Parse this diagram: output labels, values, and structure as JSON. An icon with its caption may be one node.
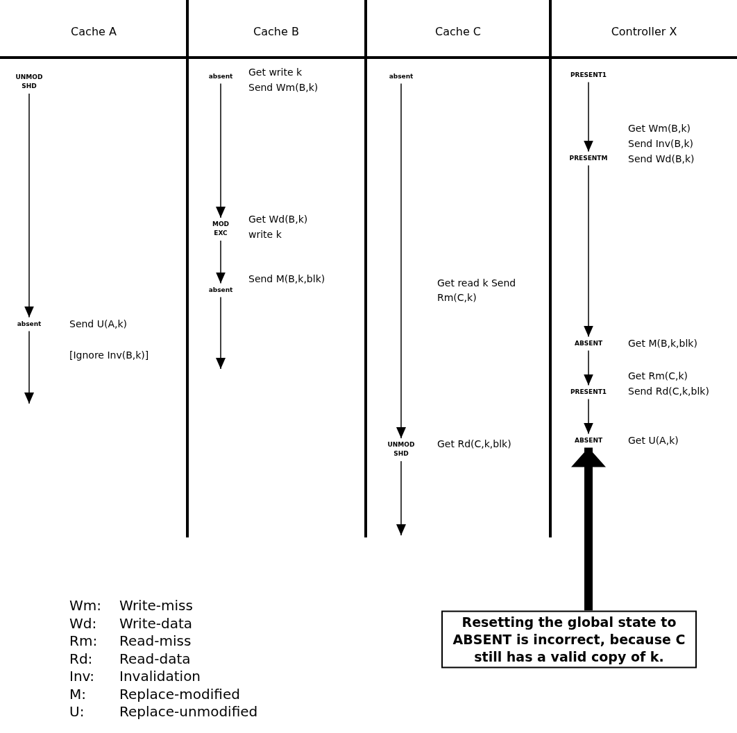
{
  "diagram": {
    "nodes": [
      {
        "text": [
          "UNMOD SHD"
        ]
      },
      {
        "text": [
          "absent"
        ],
        "beside": [
          "Send U(A,k)",
          "[Ignore Inv(B,k)]"
        ]
      },
      {
        "text": [
          "absent"
        ],
        "beside": [
          "Get write k",
          "Send Wm(B,k)"
        ]
      },
      {
        "text": [
          "MOD EXC"
        ],
        "beside": [
          "Get Wd(B,k)",
          "write k"
        ]
      },
      {
        "text": [
          "absent"
        ],
        "beside": [
          "Send M(B,k,blk)"
        ]
      },
      {
        "text": [
          "absent"
        ]
      },
      {
        "text": [
          "UNMOD SHD"
        ],
        "beside": [
          "Get Rd(C,k,blk)"
        ]
      },
      {
        "text": [
          "PRESENT1"
        ]
      },
      {
        "text": [
          "PRESENTM"
        ],
        "beside": [
          "Get Wm(B,k)",
          "Send Inv(B,k)",
          "Send Wd(B,k)"
        ]
      },
      {
        "text": [
          "ABSENT"
        ],
        "beside": [
          "Get M(B,k,blk)"
        ]
      },
      {
        "text": [
          "PRESENT1"
        ],
        "beside": [
          "Get Rm(C,k)",
          "Send Rd(C,k,blk)"
        ]
      },
      {
        "text": [
          "ABSENT"
        ],
        "beside": [
          "Get U(A,k)"
        ]
      },
      {
        "text": [
          "Resetting the global state to ABSENT is incorrect, because C still has a valid copy of k."
        ]
      }
    ],
    "edges": [
      {
        "from": 0,
        "to": 1,
        "arrow": "to"
      },
      {
        "from": 1,
        "to": null,
        "arrow": "to"
      },
      {
        "from": 2,
        "to": 3,
        "arrow": "to"
      },
      {
        "from": 3,
        "to": 4,
        "arrow": "to"
      },
      {
        "from": 4,
        "to": null,
        "arrow": "to"
      },
      {
        "from": 5,
        "to": 6,
        "arrow": "to",
        "label": "Get read k Send Rm(C,k)"
      },
      {
        "from": 6,
        "to": null,
        "arrow": "to"
      },
      {
        "from": 7,
        "to": 8,
        "arrow": "to"
      },
      {
        "from": 8,
        "to": 9,
        "arrow": "to"
      },
      {
        "from": 9,
        "to": 10,
        "arrow": "to"
      },
      {
        "from": 10,
        "to": 11,
        "arrow": "to"
      },
      {
        "from": 12,
        "to": 11,
        "arrow": "to",
        "style": "thick"
      }
    ],
    "labels": [
      "Cache A",
      "Cache B",
      "Cache C",
      "Controller X",
      "Wm:",
      "Write-miss",
      "Wd:",
      "Write-data",
      "Rm:",
      "Read-miss",
      "Rd:",
      "Read-data",
      "Inv:",
      "Invalidation",
      "M:",
      "Replace-modified",
      "U:",
      "Replace-unmodified"
    ]
  }
}
